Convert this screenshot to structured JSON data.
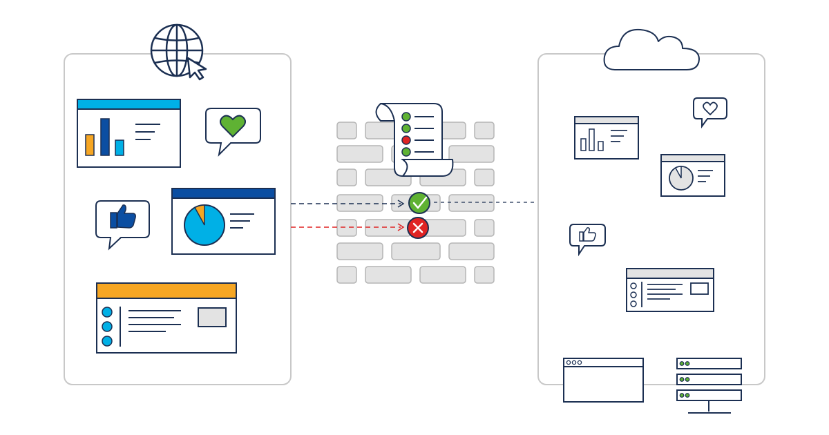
{
  "colors": {
    "navy": "#0f2a4a",
    "outline": "#1b2f52",
    "panel_border": "#c8c8c8",
    "brick_fill": "#e3e3e3",
    "brick_stroke": "#b5b5b5",
    "accent_blue": "#0b4ea2",
    "accent_cyan": "#00b0e6",
    "accent_orange": "#f6a623",
    "accent_green": "#5fb233",
    "accent_red": "#e02424",
    "allowed_line": "#1b2f52",
    "blocked_line": "#e02424"
  },
  "icons": {
    "internet": "globe-cursor-icon",
    "cloud": "cloud-icon",
    "policy": "policy-scroll-icon",
    "allowed": "check-circle-icon",
    "blocked": "x-circle-icon",
    "heart": "heart-speech-bubble-icon",
    "thumbs_up": "thumbs-up-speech-bubble-icon",
    "bar_chart": "bar-chart-window-icon",
    "pie_chart": "pie-chart-window-icon",
    "list": "list-window-icon",
    "browser": "browser-window-icon",
    "server": "server-rack-icon"
  },
  "policy_rules": [
    {
      "status": "allow",
      "color": "#5fb233"
    },
    {
      "status": "allow",
      "color": "#5fb233"
    },
    {
      "status": "deny",
      "color": "#e02424"
    },
    {
      "status": "allow",
      "color": "#5fb233"
    }
  ],
  "pie_chart_slice_fraction": 0.08,
  "traffic": {
    "allowed": {
      "continues_to_cloud": true
    },
    "blocked": {
      "continues_to_cloud": false
    }
  }
}
